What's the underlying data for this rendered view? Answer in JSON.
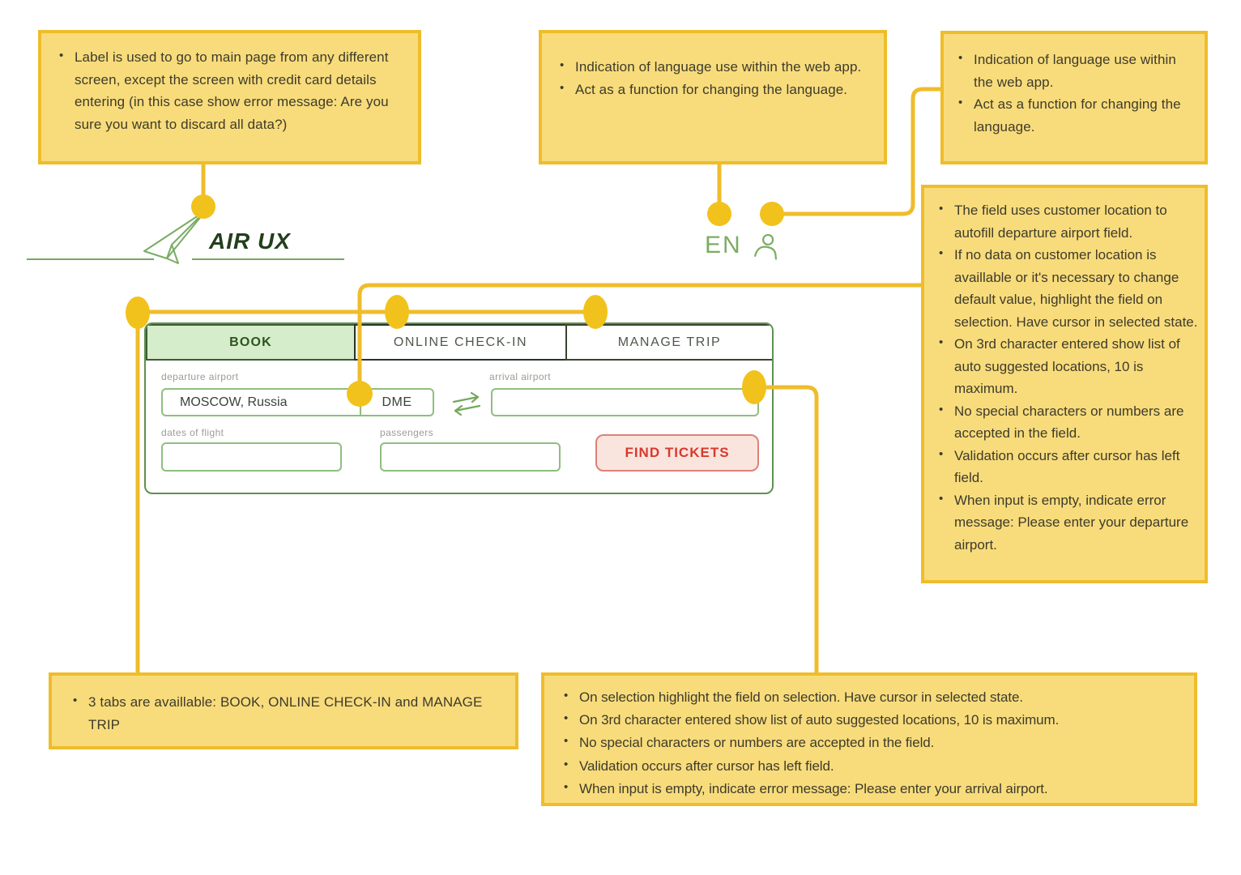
{
  "app": {
    "logo_text": "AIR UX",
    "language": "EN"
  },
  "colors": {
    "annotation_fill": "#F8DC7C",
    "annotation_border": "#EFBD2B",
    "connector_dot": "#F2C21C",
    "green_dark": "#233E1C",
    "green_mid": "#74A85F",
    "tab_active_bg": "#D5EDCA",
    "find_button_red": "#D63A2C"
  },
  "icons": {
    "logo": "paper-plane-icon",
    "account": "account-person-icon",
    "swap": "swap-arrows-icon"
  },
  "annotations": {
    "logo_label": {
      "bullets": [
        "Label is used to go to main page from any different screen, except the screen with credit card details entering (in this case show error message: Are you sure you want to discard all data?)"
      ]
    },
    "language_top": {
      "bullets": [
        "Indication of language use within the web app.",
        "Act as a function for changing the language."
      ]
    },
    "language_right": {
      "bullets": [
        "Indication of language use within the  web app.",
        "Act as a function for changing the language."
      ]
    },
    "departure_field": {
      "bullets": [
        "The field uses customer location to autofill departure airport field.",
        "If no data on customer location is availlable or it's necessary to change default value, highlight the field on selection. Have cursor in selected state.",
        "On 3rd character entered show list of auto suggested locations, 10 is maximum.",
        "No special characters or numbers are accepted in the field.",
        "Validation occurs after cursor has left field.",
        "When input is empty, indicate error message: Please enter your departure airport."
      ]
    },
    "tabs": {
      "bullets": [
        "3 tabs are availlable: BOOK, ONLINE CHECK-IN and MANAGE TRIP"
      ]
    },
    "arrival_field": {
      "bullets": [
        "On selection highlight the field on selection. Have cursor in selected state.",
        "On 3rd character entered show list of auto suggested locations, 10 is maximum.",
        "No special characters or numbers are accepted in the field.",
        "Validation occurs after cursor has left field.",
        "When input is empty, indicate error message: Please enter your arrival airport."
      ]
    }
  },
  "booking_widget": {
    "tabs": [
      {
        "label": "BOOK",
        "active": true
      },
      {
        "label": "ONLINE CHECK-IN",
        "active": false
      },
      {
        "label": "MANAGE TRIP",
        "active": false
      }
    ],
    "fields": {
      "departure": {
        "label": "departure airport",
        "value": "MOSCOW, Russia",
        "code": "DME"
      },
      "arrival": {
        "label": "arrival airport",
        "value": ""
      },
      "dates": {
        "label": "dates of flight",
        "value": ""
      },
      "passengers": {
        "label": "passengers",
        "value": ""
      }
    },
    "find_tickets_label": "FIND TICKETS"
  }
}
